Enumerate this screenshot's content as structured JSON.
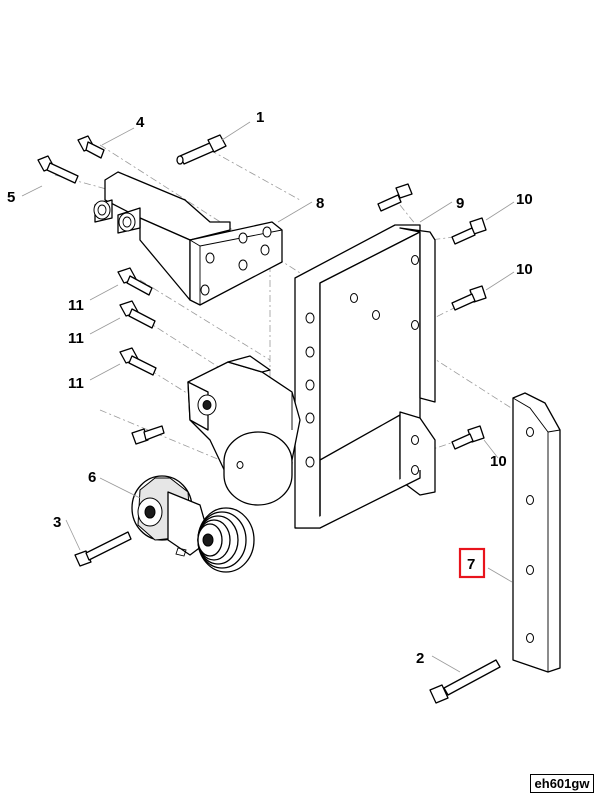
{
  "callouts": {
    "c1": "1",
    "c2": "2",
    "c3": "3",
    "c4": "4",
    "c5": "5",
    "c6": "6",
    "c7": "7",
    "c8": "8",
    "c9": "9",
    "c10a": "10",
    "c10b": "10",
    "c10c": "10",
    "c11a": "11",
    "c11b": "11",
    "c11c": "11"
  },
  "highlight": {
    "callout": "7",
    "color": "#e8141c"
  },
  "image_code": "eh601gw"
}
